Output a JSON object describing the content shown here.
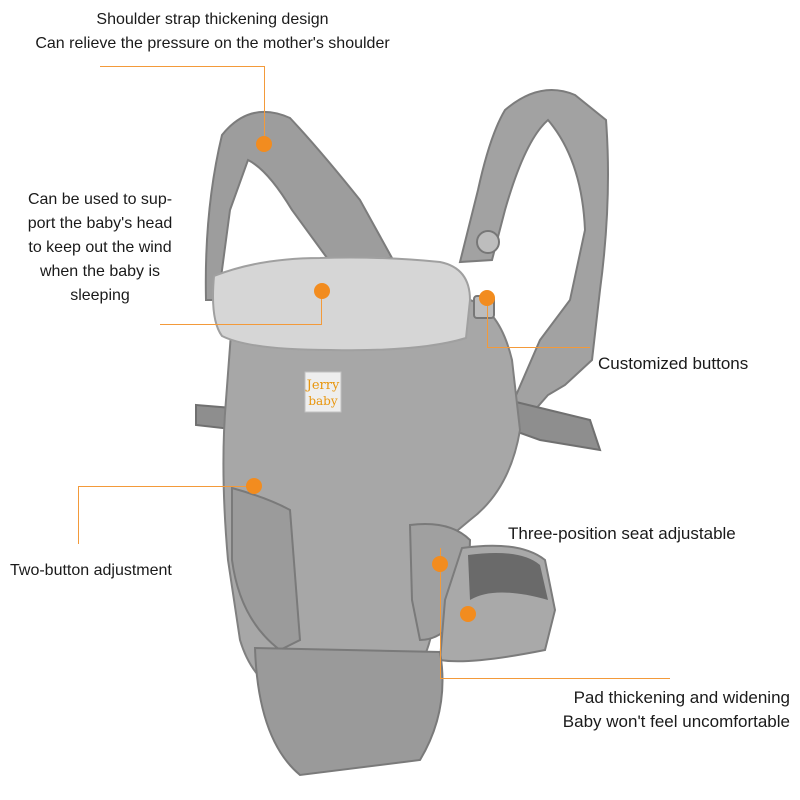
{
  "callouts": {
    "shoulder_strap": [
      "Shoulder strap thickening design",
      "Can relieve the pressure on the mother's shoulder"
    ],
    "head_support": [
      "Can be used to sup-",
      "port the baby's head",
      "to keep out the wind",
      "when the baby is",
      "sleeping"
    ],
    "buttons": "Customized buttons",
    "two_button": "Two-button adjustment",
    "seat": "Three-position seat adjustable",
    "pad": [
      "Pad thickening and widening",
      "Baby won't feel uncomfortable"
    ]
  },
  "brand_tag": {
    "line1": "Jerry",
    "line2": "baby"
  },
  "colors": {
    "accent": "#f28c1f",
    "leader_line": "#f39a3a",
    "fabric": "#9a9a9a",
    "fabric_light": "#d8d8d8"
  }
}
